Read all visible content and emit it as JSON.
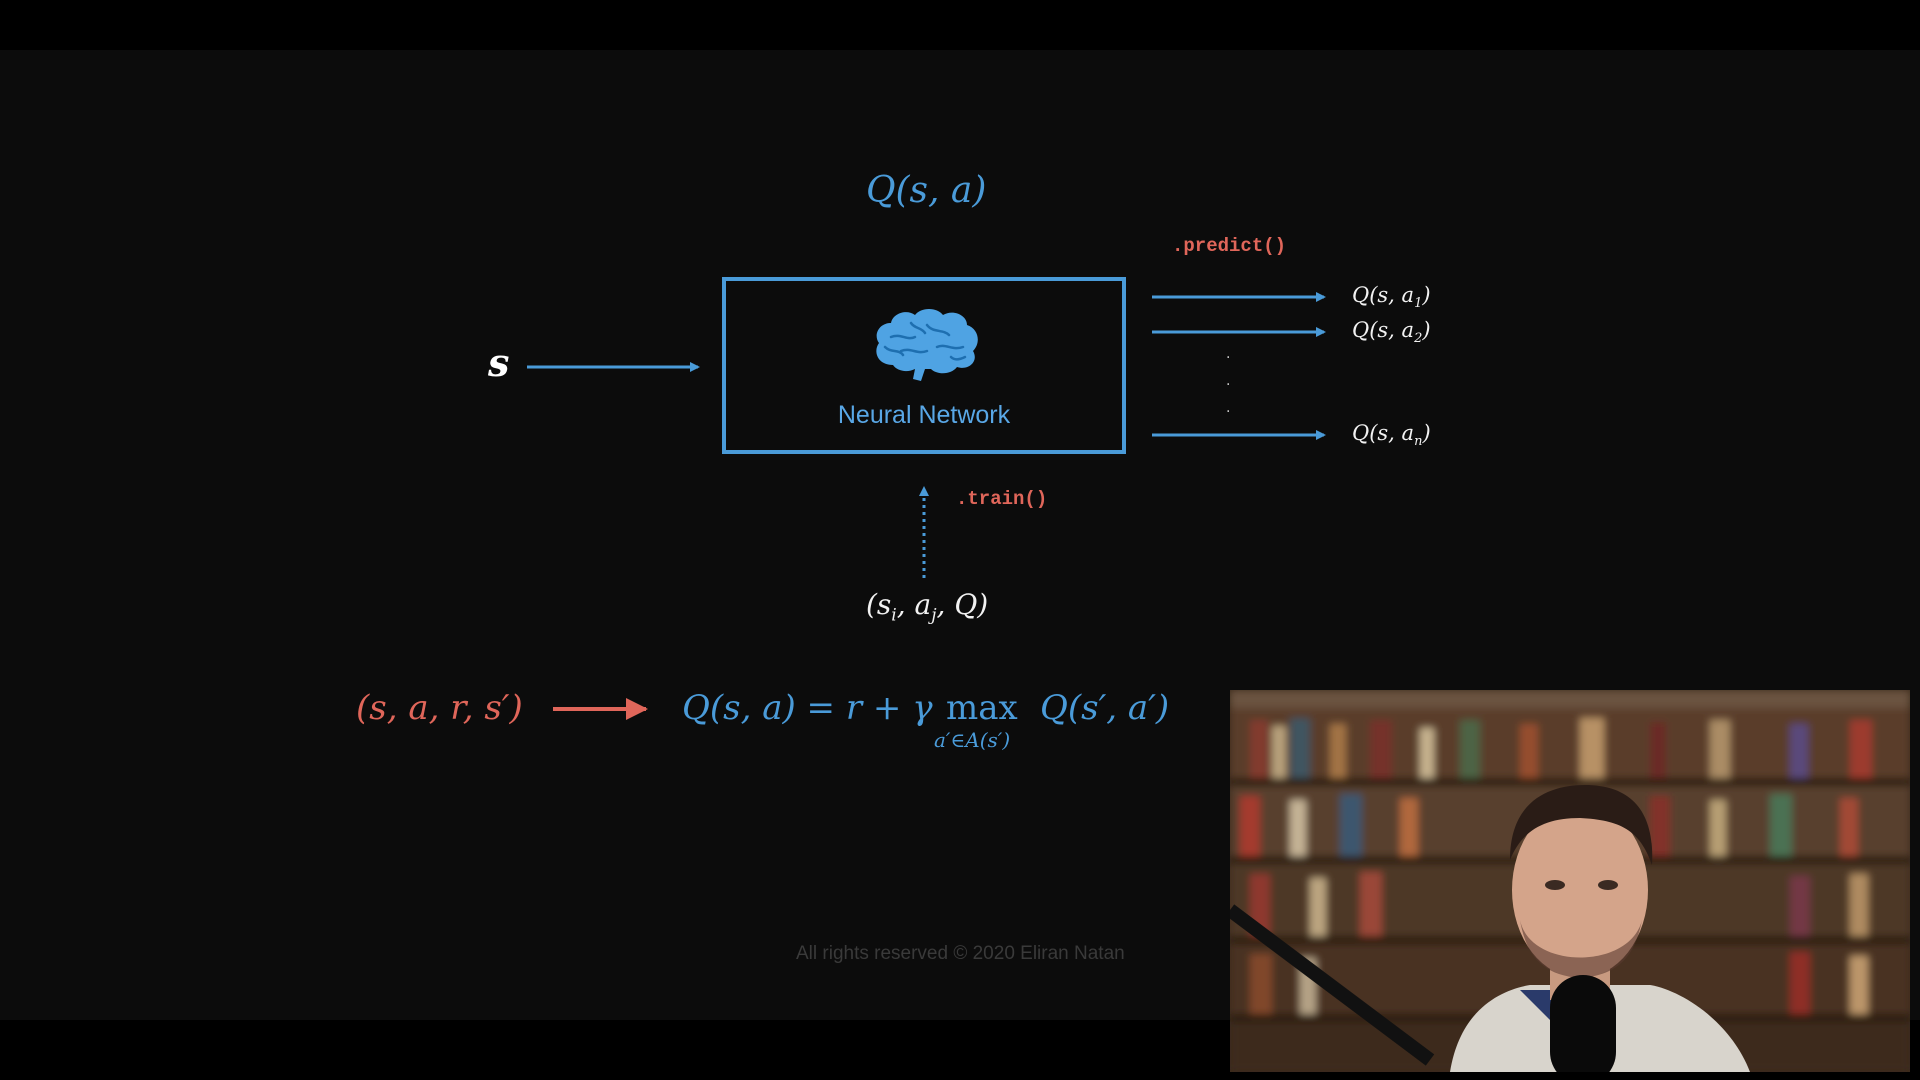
{
  "title_q": "Q(s, a)",
  "input_label": "s",
  "network": {
    "label": "Neural Network"
  },
  "predict_label": ".predict()",
  "train_label": ".train()",
  "outputs": [
    {
      "q": "Q(s, a",
      "sub": "1",
      "close": ")"
    },
    {
      "q": "Q(s, a",
      "sub": "2",
      "close": ")"
    },
    {
      "q": "Q(s, a",
      "sub": "n",
      "close": ")"
    }
  ],
  "training_tuple": {
    "open": "(s",
    "sub_i": "i",
    "mid": ", a",
    "sub_j": "j",
    "close": ", Q)"
  },
  "transition": "(s, a, r, s′)",
  "bellman": {
    "lhs": "Q(s, a) = r + γ",
    "max": "max",
    "subscript": "a′∈A(s′)",
    "rhs": "Q(s′, a′)"
  },
  "copyright": "All rights reserved © 2020 Eliran Natan",
  "colors": {
    "blue": "#4a9bd9",
    "red": "#e0665a",
    "white": "#f2f2f2",
    "background": "#0c0c0c"
  }
}
